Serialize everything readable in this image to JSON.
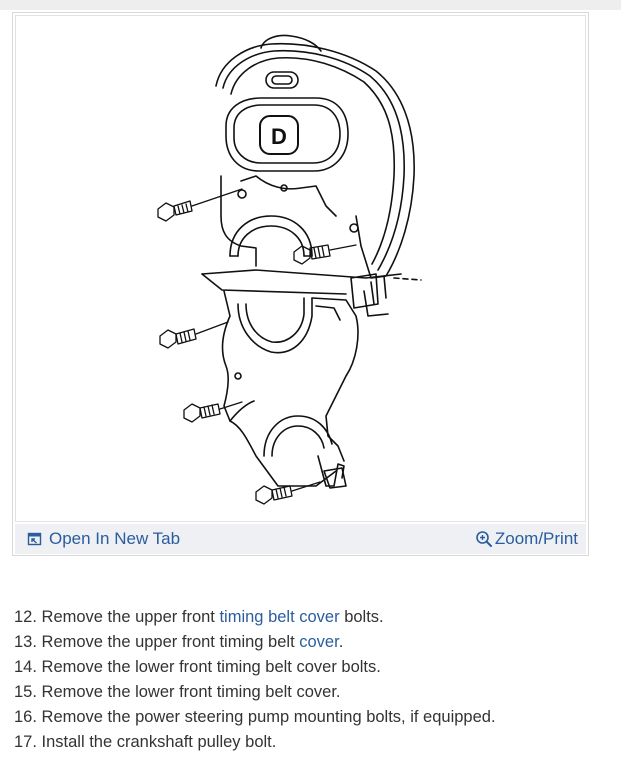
{
  "figure": {
    "actions": {
      "open_tab_label": "Open In New Tab",
      "zoom_print_label": "Zoom/Print"
    },
    "icons": {
      "open_tab": "open-new-tab-icon",
      "zoom": "zoom-in-icon"
    },
    "diagram_label": "D"
  },
  "steps": [
    {
      "num": "12.",
      "pre": "Remove the upper front ",
      "link": "timing belt cover",
      "post": " bolts."
    },
    {
      "num": "13.",
      "pre": "Remove the upper front timing belt ",
      "link": "cover",
      "post": "."
    },
    {
      "num": "14.",
      "pre": "Remove the lower front timing belt cover bolts.",
      "link": "",
      "post": ""
    },
    {
      "num": "15.",
      "pre": "Remove the lower front timing belt cover.",
      "link": "",
      "post": ""
    },
    {
      "num": "16.",
      "pre": "Remove the power steering pump mounting bolts, if equipped.",
      "link": "",
      "post": ""
    },
    {
      "num": "17.",
      "pre": "Install the crankshaft pulley bolt.",
      "link": "",
      "post": ""
    }
  ],
  "colors": {
    "link": "#2a5d9f",
    "text": "#333333",
    "action_bar": "#eef0f3"
  }
}
